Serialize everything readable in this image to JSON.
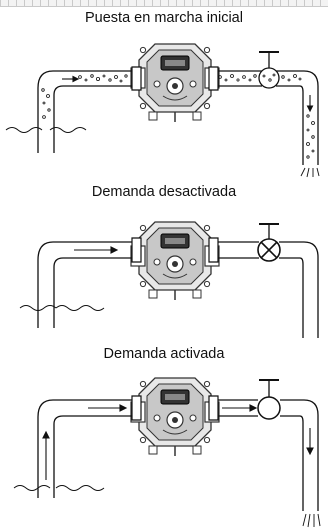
{
  "panels": [
    {
      "id": "startup",
      "title": "Puesta en marcha inicial",
      "valve_state": "open",
      "flow": "air bubbles"
    },
    {
      "id": "demand-off",
      "title": "Demanda desactivada",
      "valve_state": "closed",
      "flow": "none"
    },
    {
      "id": "demand-on",
      "title": "Demanda activada",
      "valve_state": "open",
      "flow": "water"
    }
  ],
  "colors": {
    "line": "#111111",
    "pump_light": "#e8e8e8",
    "pump_mid": "#c8c8c8",
    "pump_dark": "#333333",
    "background": "#ffffff"
  }
}
